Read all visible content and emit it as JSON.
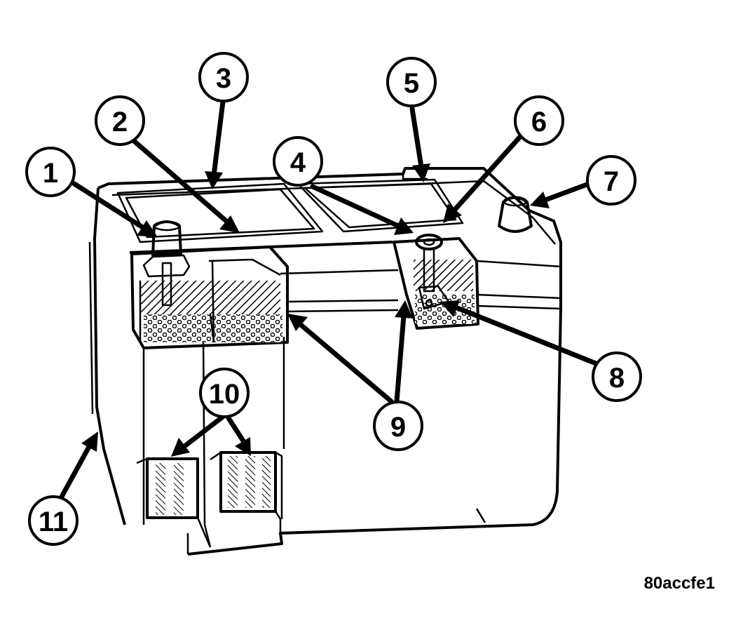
{
  "callouts": [
    {
      "label": "1"
    },
    {
      "label": "2"
    },
    {
      "label": "3"
    },
    {
      "label": "4"
    },
    {
      "label": "5"
    },
    {
      "label": "6"
    },
    {
      "label": "7"
    },
    {
      "label": "8"
    },
    {
      "label": "9"
    },
    {
      "label": "10"
    },
    {
      "label": "11"
    }
  ],
  "figure_code": "80accfe1"
}
